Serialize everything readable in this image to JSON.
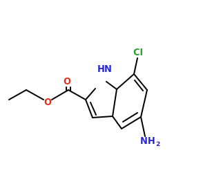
{
  "molecule": {
    "atoms": {
      "carbonyl_oxygen": {
        "symbol": "O",
        "color": "#e0301e"
      },
      "ester_oxygen": {
        "symbol": "O",
        "color": "#e0301e"
      },
      "nh": {
        "symbol": "H",
        "sub_symbol": "N",
        "color": "#2a2ad0"
      },
      "chlorine": {
        "symbol": "Cl",
        "color": "#2a9d2a"
      },
      "amine": {
        "symbol": "NH",
        "subscript": "2",
        "color": "#2a2ad0"
      }
    },
    "bond_color": "#000000"
  }
}
